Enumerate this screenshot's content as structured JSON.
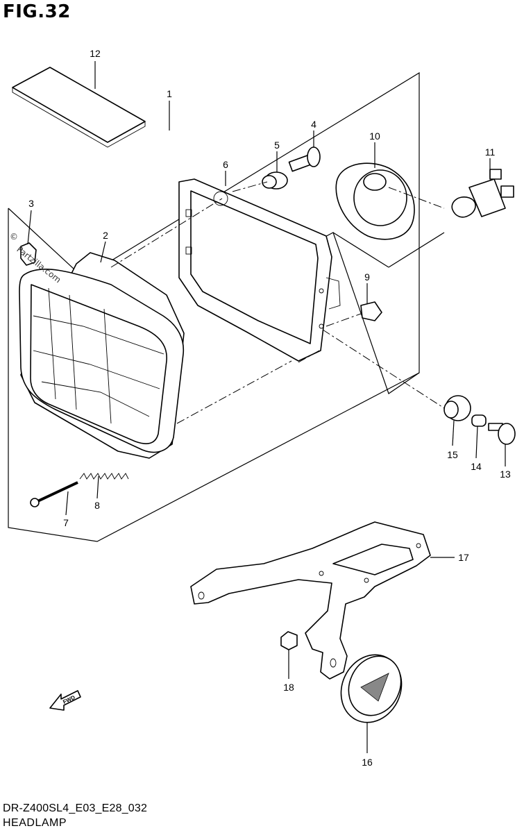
{
  "figure": {
    "title": "FIG.32"
  },
  "footer": {
    "code": "DR-Z400SL4_E03_E28_032",
    "name": "HEADLAMP"
  },
  "watermark": {
    "text": "Partzilla.com",
    "copyright": "©"
  },
  "direction_marker": {
    "label": "FWD",
    "icon": "arrow-left-icon"
  },
  "parts": [
    {
      "ref": "1"
    },
    {
      "ref": "2"
    },
    {
      "ref": "3"
    },
    {
      "ref": "4"
    },
    {
      "ref": "5"
    },
    {
      "ref": "6"
    },
    {
      "ref": "7"
    },
    {
      "ref": "8"
    },
    {
      "ref": "9"
    },
    {
      "ref": "10"
    },
    {
      "ref": "11"
    },
    {
      "ref": "12"
    },
    {
      "ref": "13"
    },
    {
      "ref": "14"
    },
    {
      "ref": "15"
    },
    {
      "ref": "16"
    },
    {
      "ref": "17"
    },
    {
      "ref": "18"
    }
  ]
}
